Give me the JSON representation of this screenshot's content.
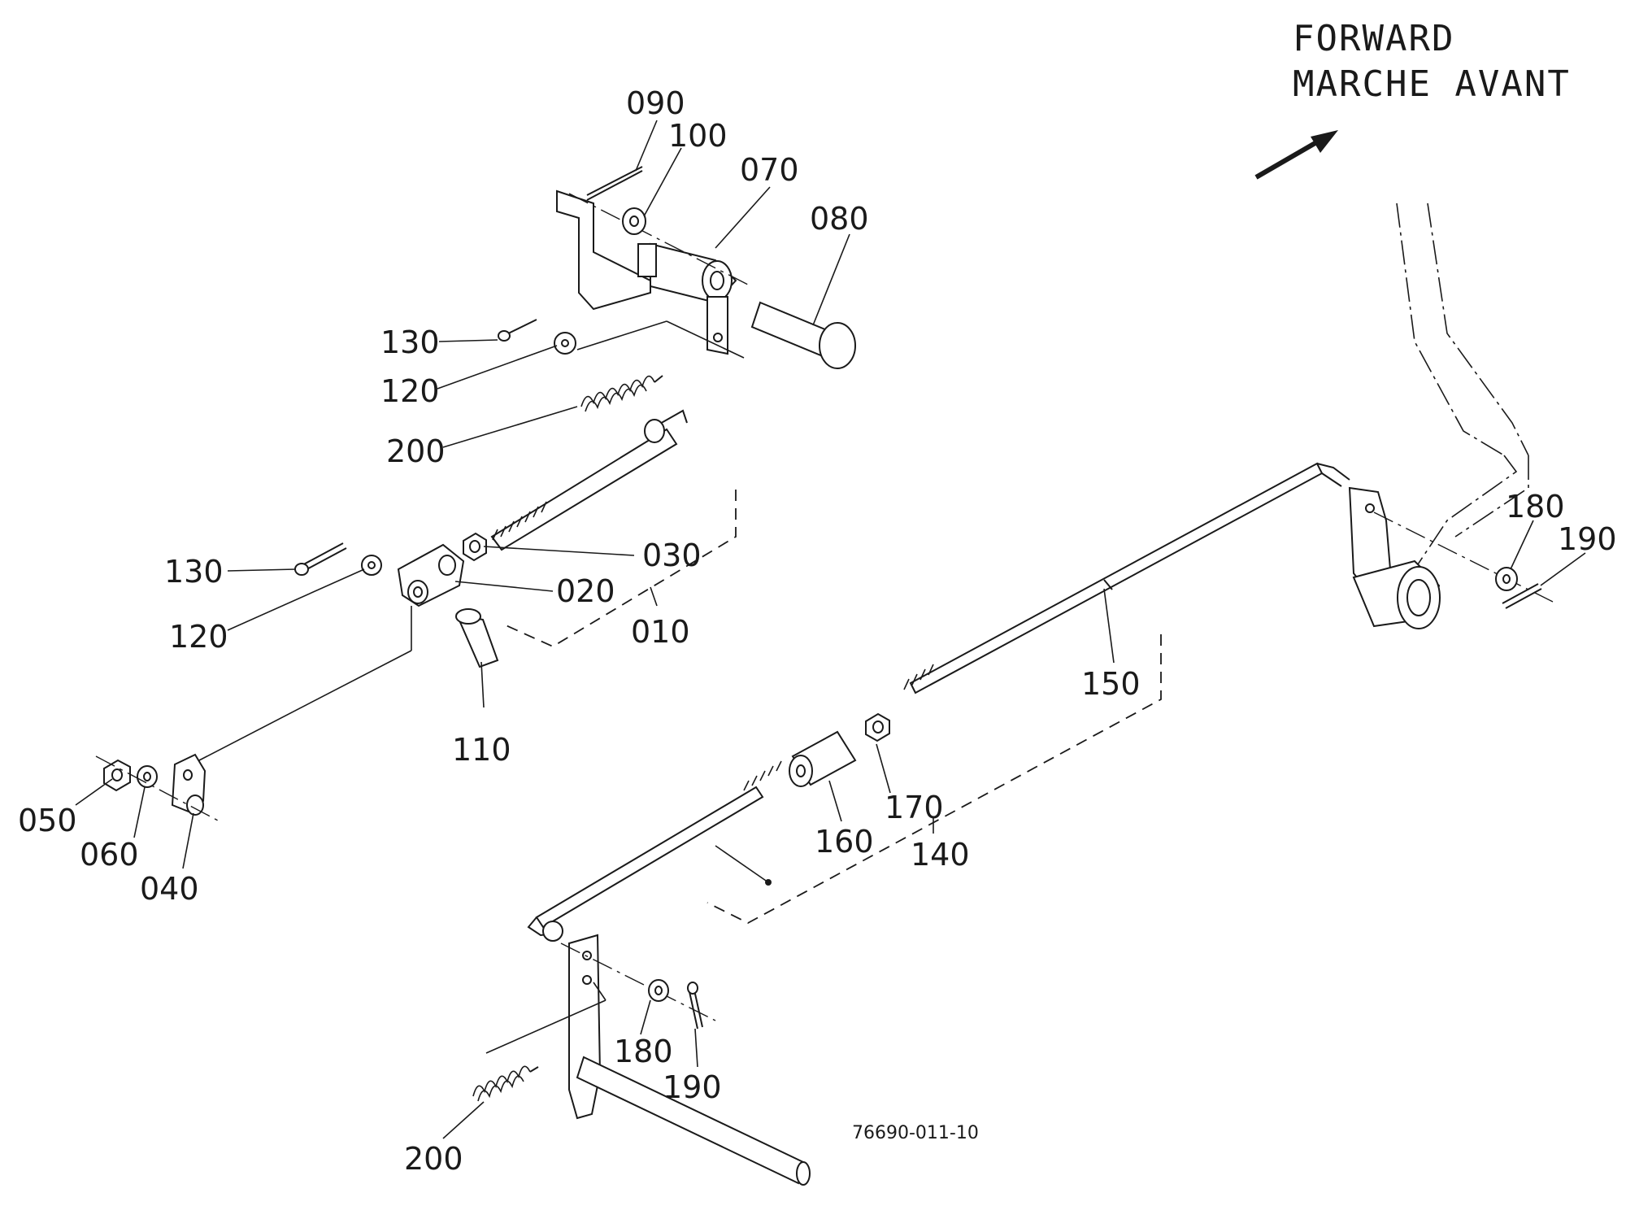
{
  "direction": {
    "line1": "FORWARD",
    "line2": "MARCHE AVANT"
  },
  "drawing_code": "76690-011-10",
  "callouts": {
    "c090": "090",
    "c100": "100",
    "c070": "070",
    "c080": "080",
    "c130a": "130",
    "c120a": "120",
    "c200a": "200",
    "c030": "030",
    "c130b": "130",
    "c020": "020",
    "c120b": "120",
    "c010": "010",
    "c110": "110",
    "c050": "050",
    "c060": "060",
    "c040": "040",
    "c180a": "180",
    "c190a": "190",
    "c150": "150",
    "c170": "170",
    "c160": "160",
    "c140": "140",
    "c180b": "180",
    "c190b": "190",
    "c200b": "200"
  }
}
